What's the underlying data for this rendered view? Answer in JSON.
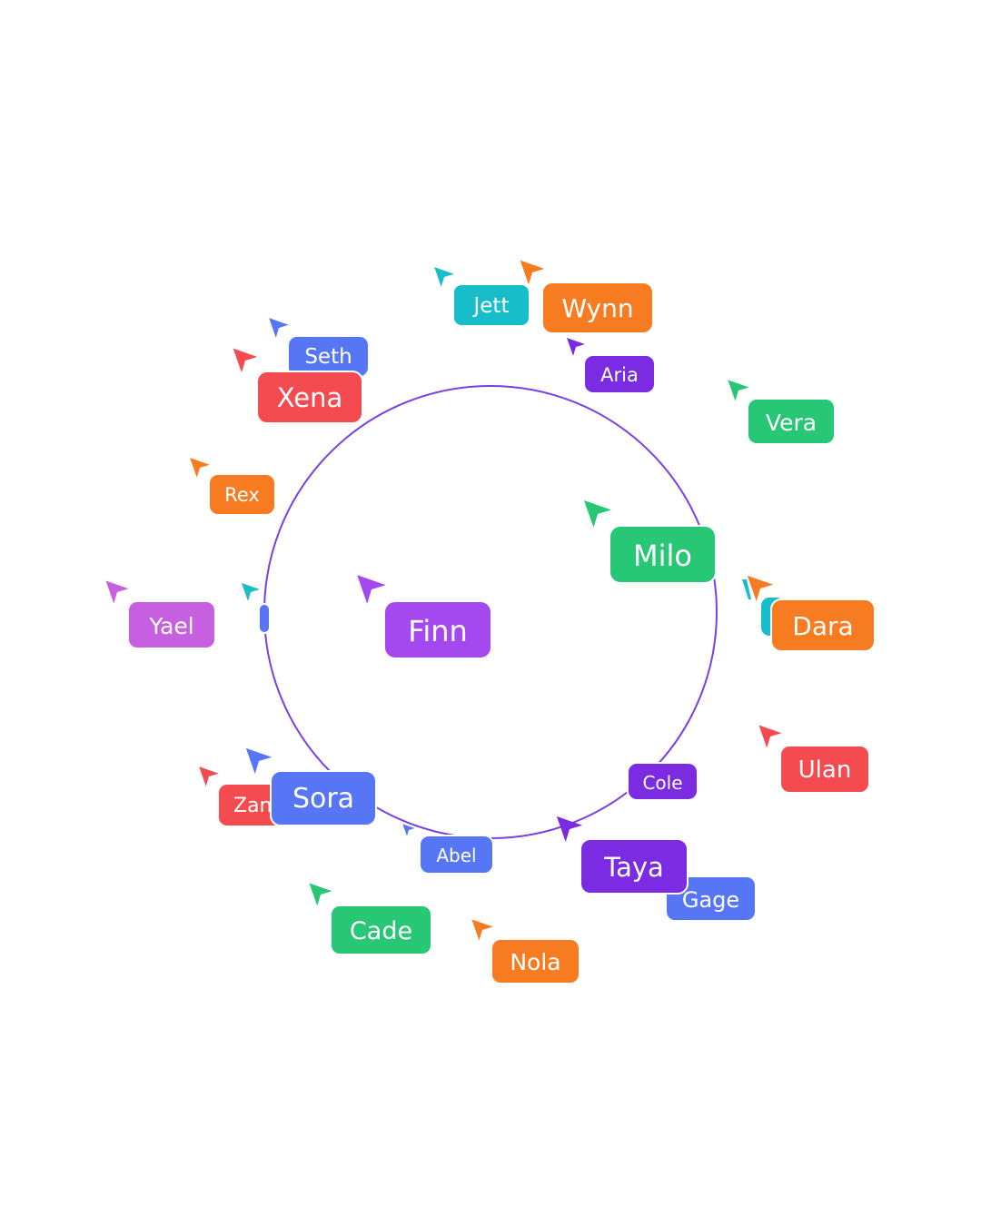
{
  "colors": {
    "ring": "#7B3FE4",
    "teal": "#17BEC9",
    "orange": "#F77B21",
    "violet": "#7B2BE2",
    "blue": "#5676F5",
    "red": "#F34B4F",
    "green": "#27C776",
    "purple": "#A448F0",
    "orchid": "#C65FE0"
  },
  "collaborators": [
    {
      "name": "Jett",
      "color": "#17BEC9"
    },
    {
      "name": "Wynn",
      "color": "#F77B21"
    },
    {
      "name": "Aria",
      "color": "#7B2BE2"
    },
    {
      "name": "Seth",
      "color": "#5676F5"
    },
    {
      "name": "Xena",
      "color": "#F34B4F"
    },
    {
      "name": "Vera",
      "color": "#27C776"
    },
    {
      "name": "Rex",
      "color": "#F77B21"
    },
    {
      "name": "Milo",
      "color": "#27C776"
    },
    {
      "name": "Dara",
      "color": "#F77B21"
    },
    {
      "name": "Yael",
      "color": "#C65FE0"
    },
    {
      "name": "Finn",
      "color": "#A448F0"
    },
    {
      "name": "Ulan",
      "color": "#F34B4F"
    },
    {
      "name": "Zan",
      "color": "#F34B4F"
    },
    {
      "name": "Sora",
      "color": "#5676F5"
    },
    {
      "name": "Cole",
      "color": "#7B2BE2"
    },
    {
      "name": "Abel",
      "color": "#5676F5"
    },
    {
      "name": "Taya",
      "color": "#7B2BE2"
    },
    {
      "name": "Gage",
      "color": "#5676F5"
    },
    {
      "name": "Cade",
      "color": "#27C776"
    },
    {
      "name": "Nola",
      "color": "#F77B21"
    }
  ]
}
